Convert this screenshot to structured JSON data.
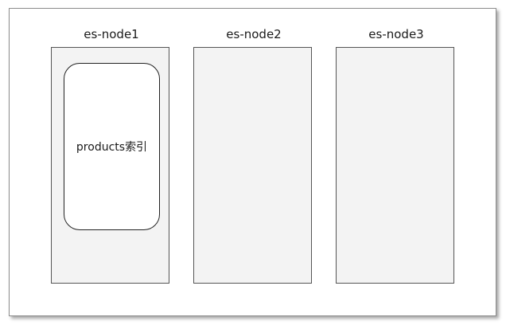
{
  "nodes": [
    {
      "label": "es-node1"
    },
    {
      "label": "es-node2"
    },
    {
      "label": "es-node3"
    }
  ],
  "index": {
    "label": "products索引"
  },
  "colors": {
    "node_fill": "#f3f3f3",
    "node_border": "#555555",
    "index_fill": "#ffffff"
  }
}
